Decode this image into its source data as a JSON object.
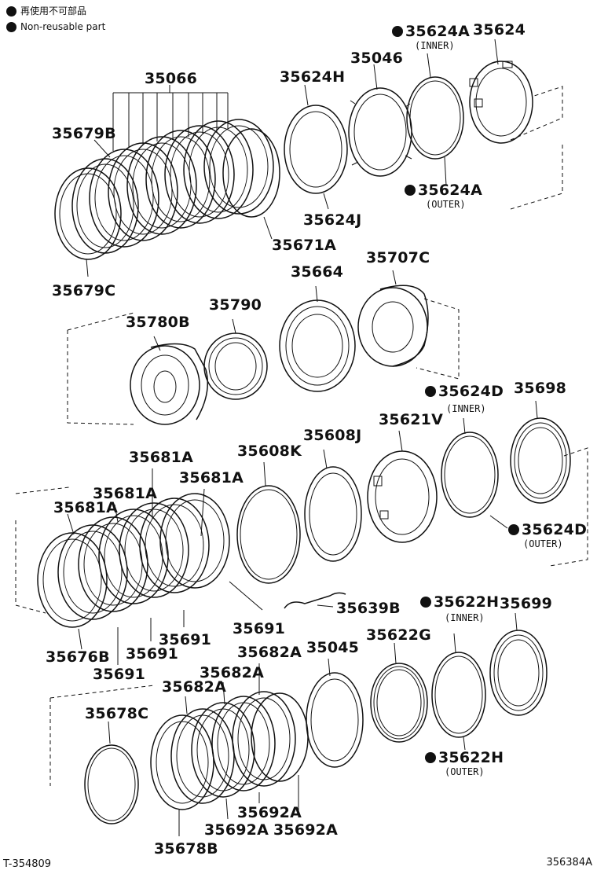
{
  "legend": {
    "jp": "再使用不可部品",
    "en": "Non-reusable part"
  },
  "footer": {
    "left": "T-354809",
    "right": "356384A"
  },
  "labels": {
    "p35066": "35066",
    "p35679B": "35679B",
    "p35679C": "35679C",
    "p35671A": "35671A",
    "p35624H": "35624H",
    "p35624J": "35624J",
    "p35046": "35046",
    "p35624A_in": "35624A",
    "p35624A_in_sub": "(INNER)",
    "p35624": "35624",
    "p35624A_out": "35624A",
    "p35624A_out_sub": "(OUTER)",
    "p35780B": "35780B",
    "p35790": "35790",
    "p35664": "35664",
    "p35707C": "35707C",
    "p35624D_in": "35624D",
    "p35624D_in_sub": "(INNER)",
    "p35698": "35698",
    "p35681A_1": "35681A",
    "p35681A_2": "35681A",
    "p35681A_3": "35681A",
    "p35681A_4": "35681A",
    "p35608K": "35608K",
    "p35608J": "35608J",
    "p35621V": "35621V",
    "p35624D_out": "35624D",
    "p35624D_out_sub": "(OUTER)",
    "p35639B": "35639B",
    "p35676B": "35676B",
    "p35691_1": "35691",
    "p35691_2": "35691",
    "p35691_3": "35691",
    "p35691_4": "35691",
    "p35682A_1": "35682A",
    "p35682A_2": "35682A",
    "p35682A_3": "35682A",
    "p35045": "35045",
    "p35622G": "35622G",
    "p35622H_in": "35622H",
    "p35622H_in_sub": "(INNER)",
    "p35699": "35699",
    "p35678C": "35678C",
    "p35678B": "35678B",
    "p35692A_1": "35692A",
    "p35692A_2": "35692A",
    "p35692A_3": "35692A",
    "p35622H_out": "35622H",
    "p35622H_out_sub": "(OUTER)"
  }
}
